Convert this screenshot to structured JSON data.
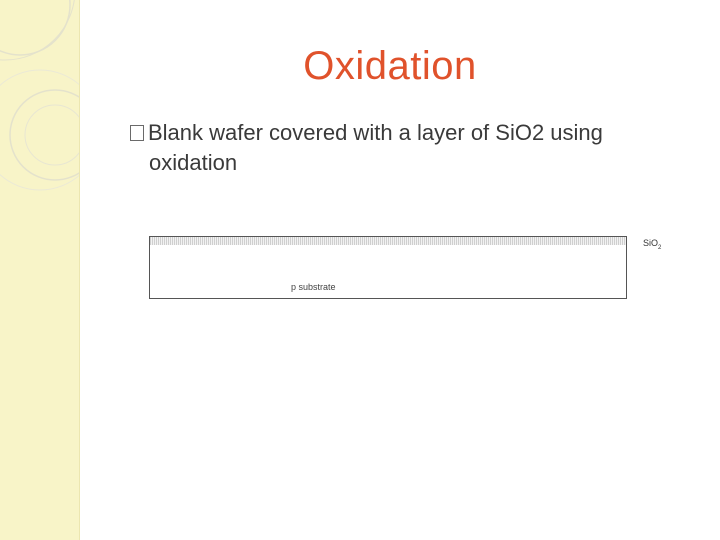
{
  "slide": {
    "title": "Oxidation",
    "bullet_line1": "Blank wafer covered with a layer of SiO2 using",
    "bullet_line2": "oxidation"
  },
  "figure": {
    "oxide_label_main": "SiO",
    "oxide_label_sub": "2",
    "substrate_label": "p substrate"
  },
  "colors": {
    "title": "#e0522b",
    "side_band": "#f8f4c8",
    "text": "#3a3a3a"
  }
}
